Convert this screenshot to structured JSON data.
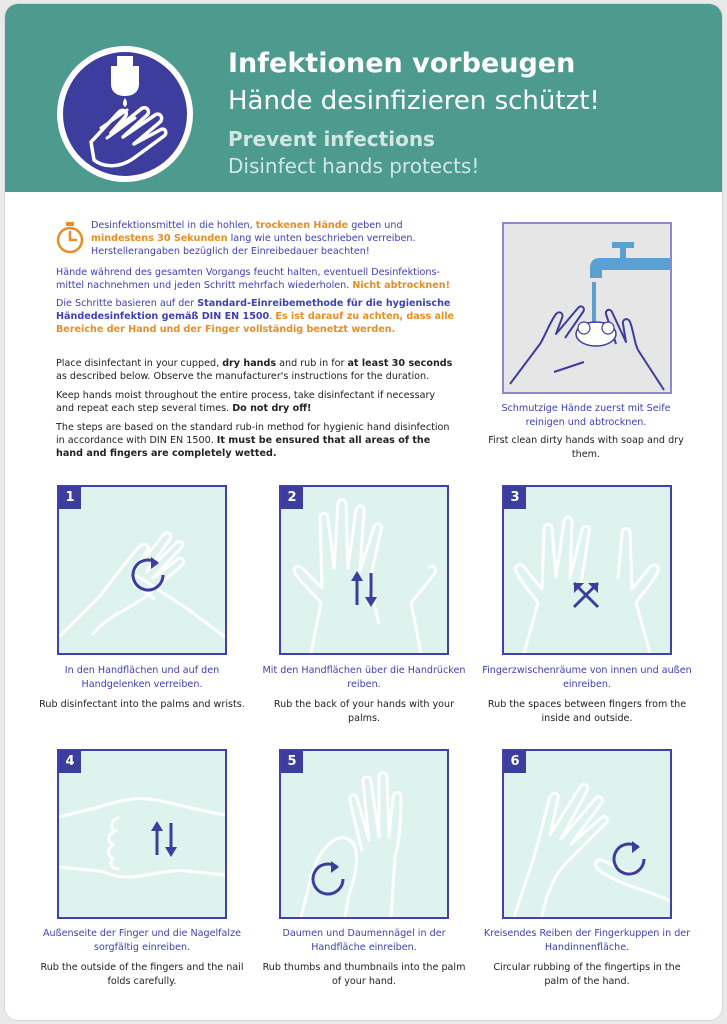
{
  "header": {
    "title_de": "Infektionen vorbeugen",
    "subtitle_de": "Hände desinfizieren schützt!",
    "title_en": "Prevent infections",
    "subtitle_en": "Disinfect hands protects!"
  },
  "intro_de": {
    "p1": [
      "Desinfektionsmittel in die hohlen, ",
      "trockenen Hände",
      " geben und ",
      "mindestens 30 Sekunden",
      " lang wie unten beschrieben verreiben. Herstellerangaben bezüglich der Einreibedauer beachten!"
    ],
    "p2": [
      "Hände während des gesamten Vorgangs feucht halten, eventuell Desinfektions­mittel nachnehmen und jeden Schritt mehrfach wiederholen. ",
      "Nicht abtrocknen!"
    ],
    "p3": [
      "Die Schritte basieren auf der ",
      "Standard-Einreibemethode für die hygienische Händedesinfektion gemäß DIN EN 1500",
      ". ",
      "Es ist darauf zu achten, dass alle Bereiche der Hand und der Finger vollständig benetzt werden."
    ]
  },
  "intro_en": {
    "p1": [
      "Place disinfectant in your cupped, ",
      "dry hands",
      " and rub in for ",
      "at least 30 seconds",
      " as described below. Observe the manufacturer's instructions for the duration."
    ],
    "p2": [
      "Keep hands moist throughout the entire process, take disinfectant if necessary and repeat each step several times. ",
      "Do not dry off!"
    ],
    "p3": [
      "The steps are based on the standard rub-in method for hygienic hand disinfecti­on in accordance with DIN EN 1500. ",
      "It must be ensured that all areas of the hand and fingers are completely wetted."
    ]
  },
  "prewash": {
    "caption_de": "Schmutzige Hände zuerst mit Seife reinigen und abtrocknen.",
    "caption_en": "First clean dirty hands with soap and dry them."
  },
  "steps": [
    {
      "num": "1",
      "de": "In den Handflächen und auf den Handgelenken verreiben.",
      "en": "Rub disinfectant into the palms and wrists."
    },
    {
      "num": "2",
      "de": "Mit den Handflächen über die Handrücken reiben.",
      "en": "Rub the back of your hands with your palms."
    },
    {
      "num": "3",
      "de": "Fingerzwischenräume von innen und außen einreiben.",
      "en": "Rub the spaces between fingers from the inside and outside."
    },
    {
      "num": "4",
      "de": "Außenseite der Finger und die Nagelfalze sorgfältig einreiben.",
      "en": "Rub the outside of the fingers and the nail folds carefully."
    },
    {
      "num": "5",
      "de": "Daumen und Daumennägel in der Handfläche einreiben.",
      "en": "Rub thumbs and thumbnails into the palm of your hand."
    },
    {
      "num": "6",
      "de": "Kreisendes Reiben der Finger­kuppen in der Handinnenfläche.",
      "en": "Circular rubbing of the finger­tips in the palm of the hand."
    }
  ],
  "icons": {
    "logo": "hand-disinfection-icon",
    "timer": "stopwatch-icon",
    "rotate": "rotate-arrow-icon",
    "updown": "up-down-arrows-icon",
    "cross": "cross-arrows-icon",
    "tap": "water-tap-icon"
  },
  "colors": {
    "header": "#4d9a8e",
    "accent": "#3f3fb8",
    "highlight": "#e88e22",
    "panel": "#def2ee"
  }
}
